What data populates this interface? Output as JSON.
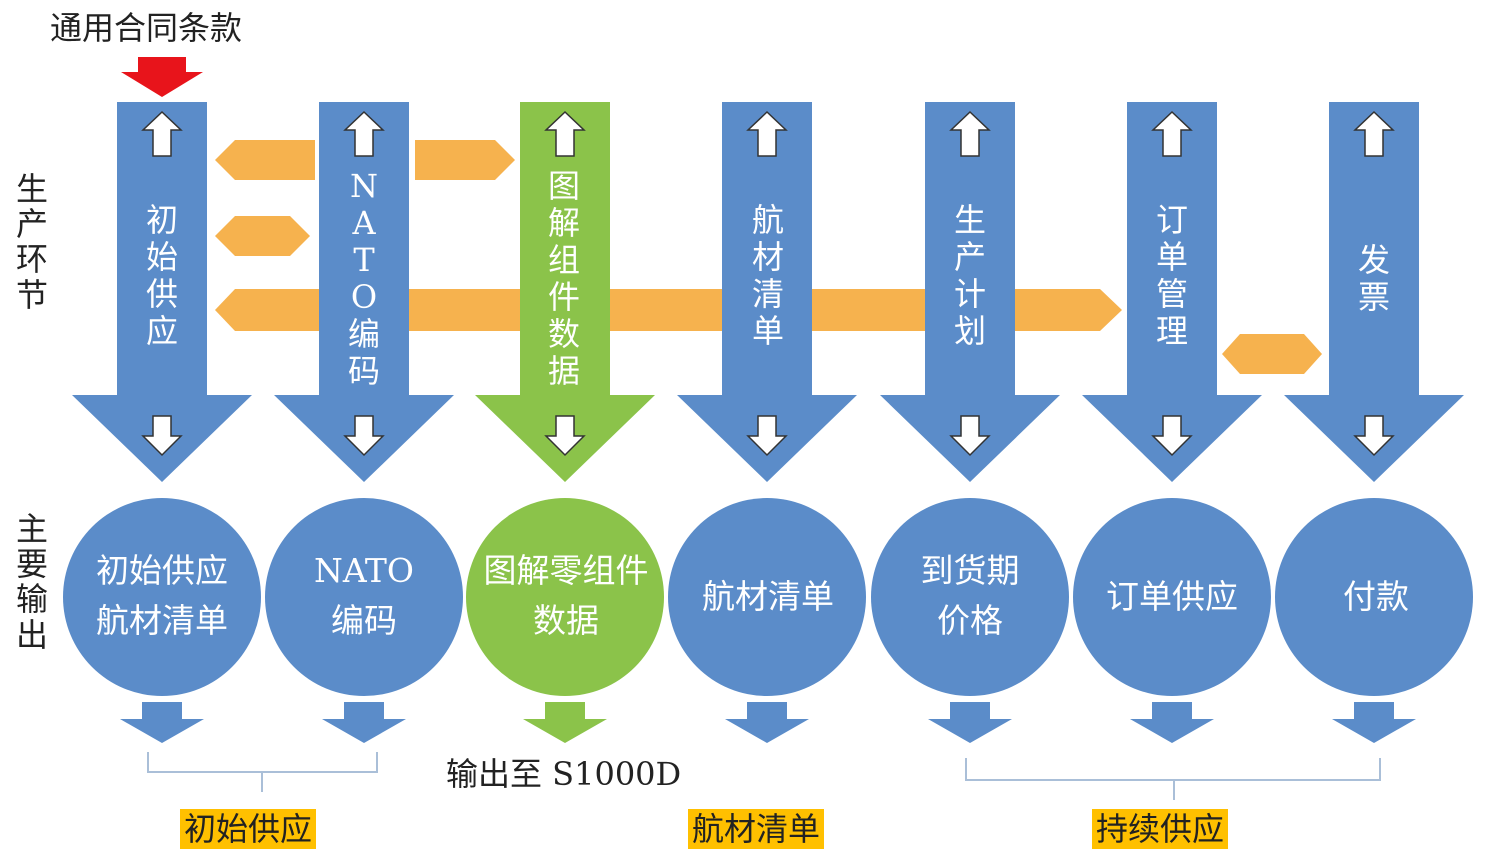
{
  "title": "通用合同条款",
  "row_labels": {
    "top": "生\n产\n环\n节",
    "bottom": "主\n要\n输\n出"
  },
  "columns": [
    {
      "text": "初\n始\n供\n应",
      "color": "#5b8cc9"
    },
    {
      "text": "N\nA\nT\nO\n编\n码",
      "color": "#5b8cc9"
    },
    {
      "text": "图\n解\n组\n件\n数\n据",
      "color": "#8bc34a"
    },
    {
      "text": "航\n材\n清\n单",
      "color": "#5b8cc9"
    },
    {
      "text": "生\n产\n计\n划",
      "color": "#5b8cc9"
    },
    {
      "text": "订\n单\n管\n理",
      "color": "#5b8cc9"
    },
    {
      "text": "发\n票",
      "color": "#5b8cc9"
    }
  ],
  "outputs": [
    {
      "text": "初始供应\n航材清单",
      "color": "#5b8cc9"
    },
    {
      "text": "NATO\n编码",
      "color": "#5b8cc9"
    },
    {
      "text": "图解零组件\n数据",
      "color": "#8bc34a"
    },
    {
      "text": "航材清单",
      "color": "#5b8cc9"
    },
    {
      "text": "到货期\n价格",
      "color": "#5b8cc9"
    },
    {
      "text": "订单供应",
      "color": "#5b8cc9"
    },
    {
      "text": "付款",
      "color": "#5b8cc9"
    }
  ],
  "output_note": "输出至 S1000D",
  "groups": [
    "初始供应",
    "航材清单",
    "持续供应"
  ],
  "colors": {
    "blue": "#5b8cc9",
    "green": "#8bc34a",
    "orange": "#f6b24e",
    "red": "#e8141b",
    "bracket": "#aabfd8"
  }
}
